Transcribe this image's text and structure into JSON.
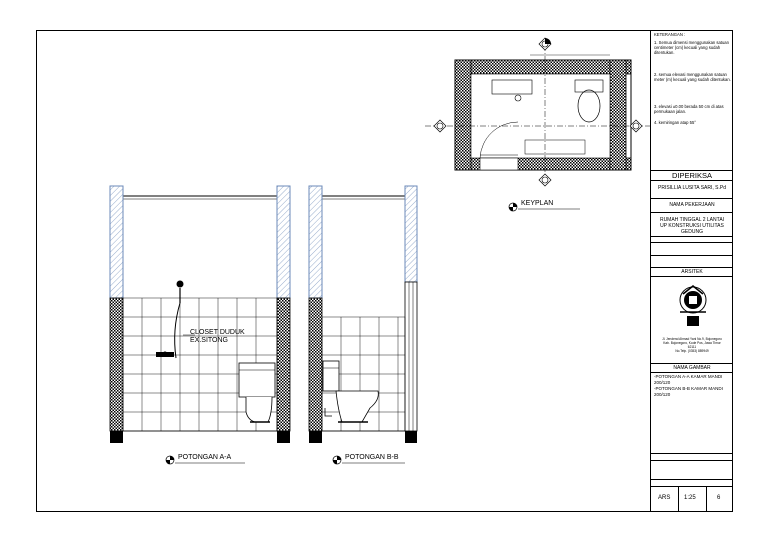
{
  "notes": {
    "heading": "KETERANGAN :",
    "items": [
      "1.  Semua dimensi menggunakan satuan centimeter (cm) kecuali yang sudah ditentukan.",
      "2.  semua elevasi menggunakan satuan meter (m) kecuali yang sudah ditentukan.",
      "3.  elevasi ±0.00 berada 50 cm di atas permukaan jalan.",
      "4.  kemiringan atap 55°"
    ]
  },
  "title_block": {
    "checked_label": "DIPERIKSA",
    "checker_name": "PRISILLIA LUSITA SARI, S.Pd",
    "project_label": "NAMA PEKERJAAN",
    "project_name": "RUMAH TINGGAL 2 LANTAI\nUP KONSTRUKSI UTILITAS GEDUNG",
    "architect_label": "ARSITEK",
    "architect_address": "Jl. Jenderal Ahmad Yani No.9, Bojonegoro\nKab. Bojonegoro, Kode Pos, Jawa Timur\n62111\nNo.Telp. (0353) 889949",
    "drawing_name_label": "NAMA GAMBAR",
    "drawing_names": "-POTONGAN A-A KAMAR MANDI\n200/120\n-POTONGAN B-B KAMAR MANDI\n200/120",
    "code_label": "ARS",
    "scale": "1:25",
    "sheet_no": "6"
  },
  "drawings": {
    "keyplan_label": "KEYPLAN",
    "section_a_label": "POTONGAN A-A",
    "section_b_label": "POTONGAN B-B",
    "closet_note": "CLOSET DUDUK\nEX.SITONG"
  }
}
